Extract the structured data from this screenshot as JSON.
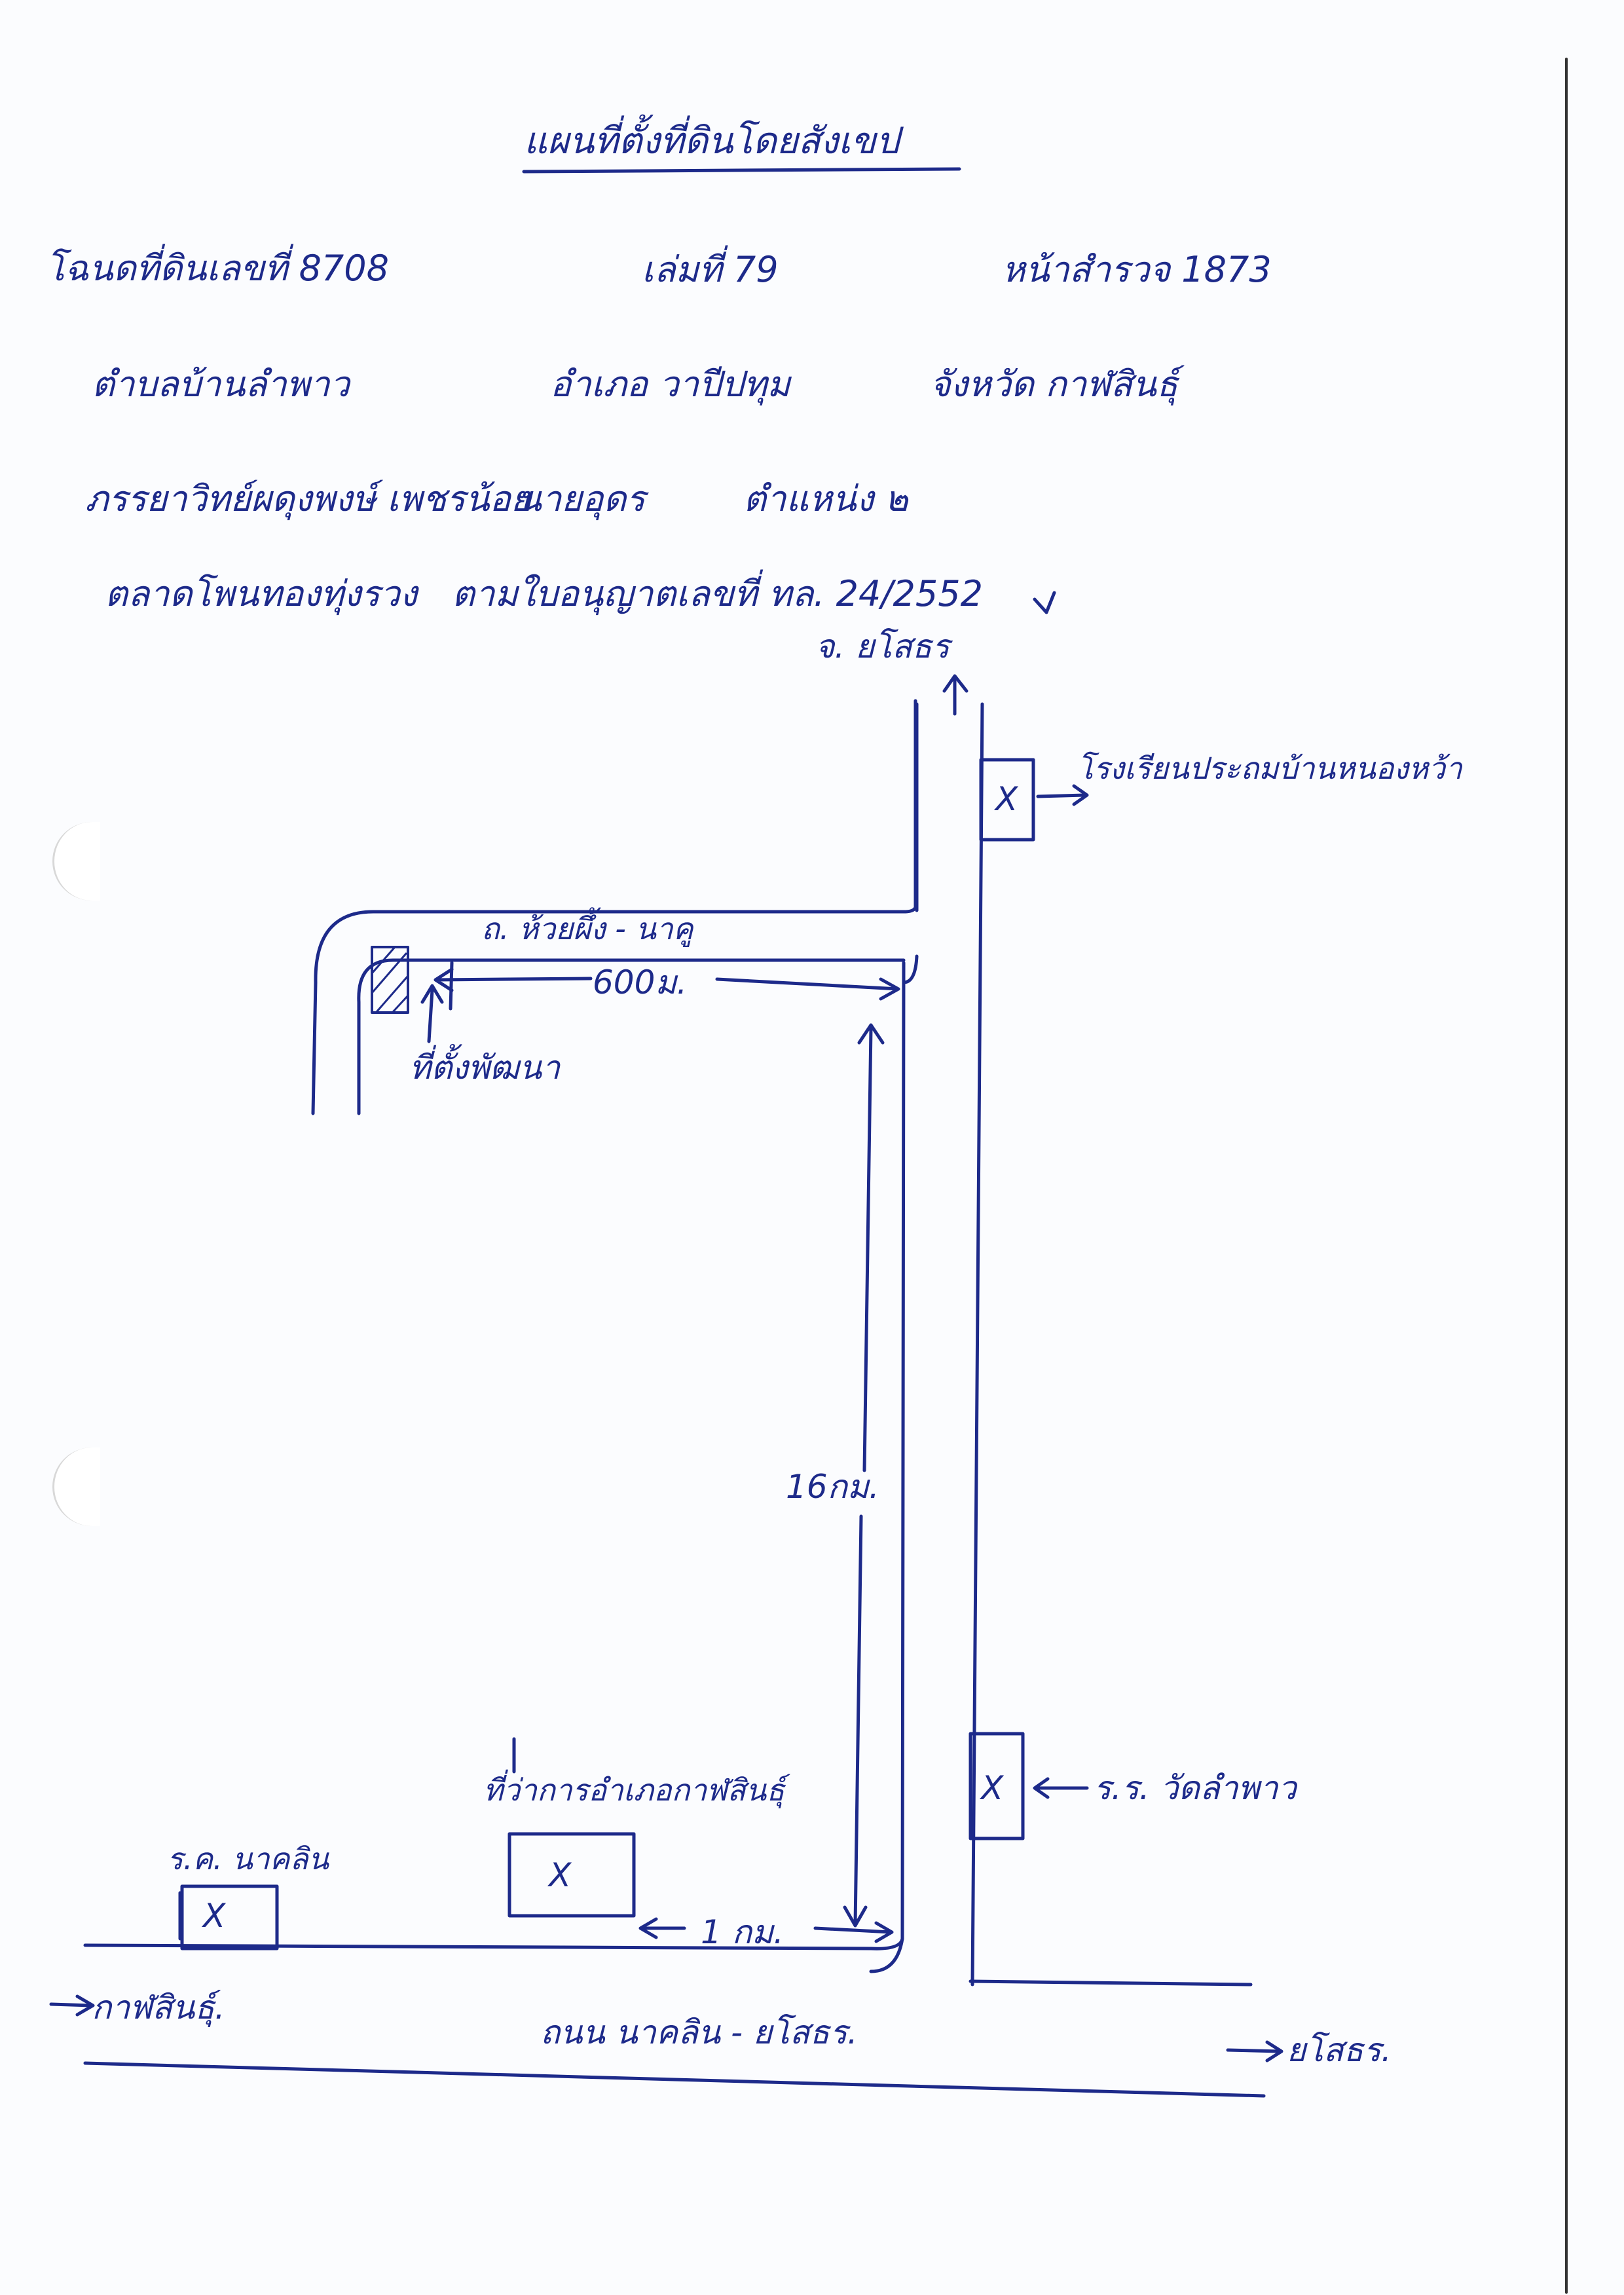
{
  "document": {
    "title": "แผนที่ตั้งที่ดินโดยสังเขป",
    "fields": {
      "deed": "โฉนดที่ดินเลขที่ 8708",
      "volume": "เล่มที่ 79",
      "page": "หน้าสำรวจ 1873",
      "subdistrict": "ตำบลบ้านลำพาว",
      "district": "อำเภอ วาปีปทุม",
      "province": "จังหวัด กาฬสินธุ์",
      "owner": "ภรรยาวิทย์ผดุงพงษ์ เพชรน้อย",
      "applicant": "นายอุดร",
      "rank": "ตำแหน่ง ๒",
      "road_ref": "ตลาดโพนทองทุ่งรวง",
      "permit": "ตามใบอนุญาตเลขที่ ทล. 24/2552"
    }
  },
  "map": {
    "north_label": "จ. ยโสธร",
    "road_top": "ถ. ห้วยผึ้ง - นาคู",
    "dist_600": "600ม.",
    "dist_16km": "16กม.",
    "dist_1km": "1 กม.",
    "site_label": "ที่ตั้งพัฒนา",
    "school_top": "โรงเรียนประถมบ้านหนองหว้า",
    "school_right": "ร.ร. วัดลำพาว",
    "district_office": "ที่ว่าการอำเภอกาฬสินธุ์",
    "police": "ร.ค. นาคลิน",
    "left_arrow": "กาฬสินธุ์.",
    "bottom_road": "ถนน นาคลิน - ยโสธร.",
    "right_arrow": "ยโสธร.",
    "marker": "X"
  }
}
